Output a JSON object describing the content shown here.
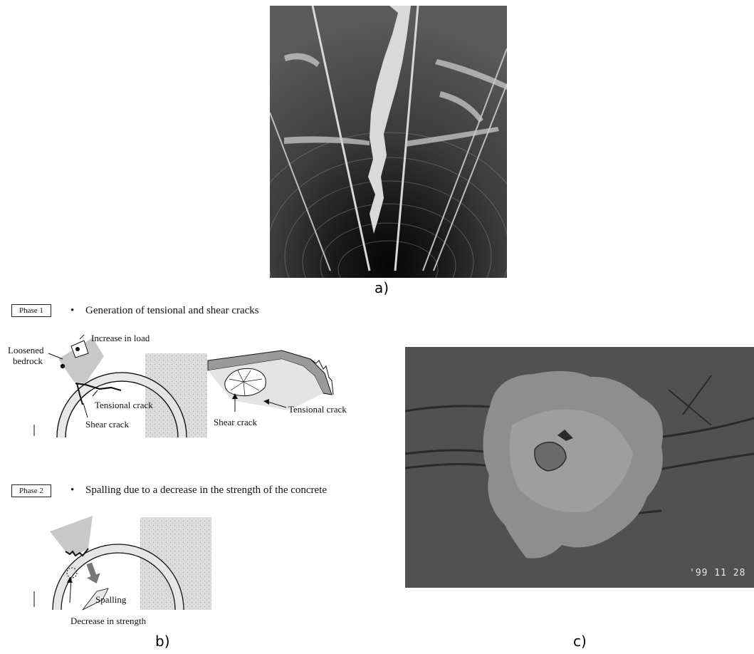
{
  "captions": {
    "a": "a)",
    "b": "b)",
    "c": "c)"
  },
  "phase1": {
    "box": "Phase 1",
    "text": "Generation of tensional and shear cracks",
    "labels": {
      "loosened_bedrock": [
        "Loosened",
        "bedrock"
      ],
      "increase_in_load": "Increase in load",
      "tensional_crack_left": "Tensional crack",
      "shear_crack_left": "Shear crack",
      "shear_crack_right": "Shear crack",
      "tensional_crack_right": "Tensional crack"
    }
  },
  "phase2": {
    "box": "Phase 2",
    "text": "Spalling due to a decrease in the strength of the concrete",
    "labels": {
      "spalling": "Spalling",
      "decrease_in_strength": "Decrease in strength"
    }
  },
  "photo_c": {
    "date_stamp": "'99 11 28"
  },
  "colors": {
    "photo_dark": "#3a3a3a",
    "photo_mid": "#6a6a6a",
    "diagram_gray": "#c8c8c8"
  }
}
